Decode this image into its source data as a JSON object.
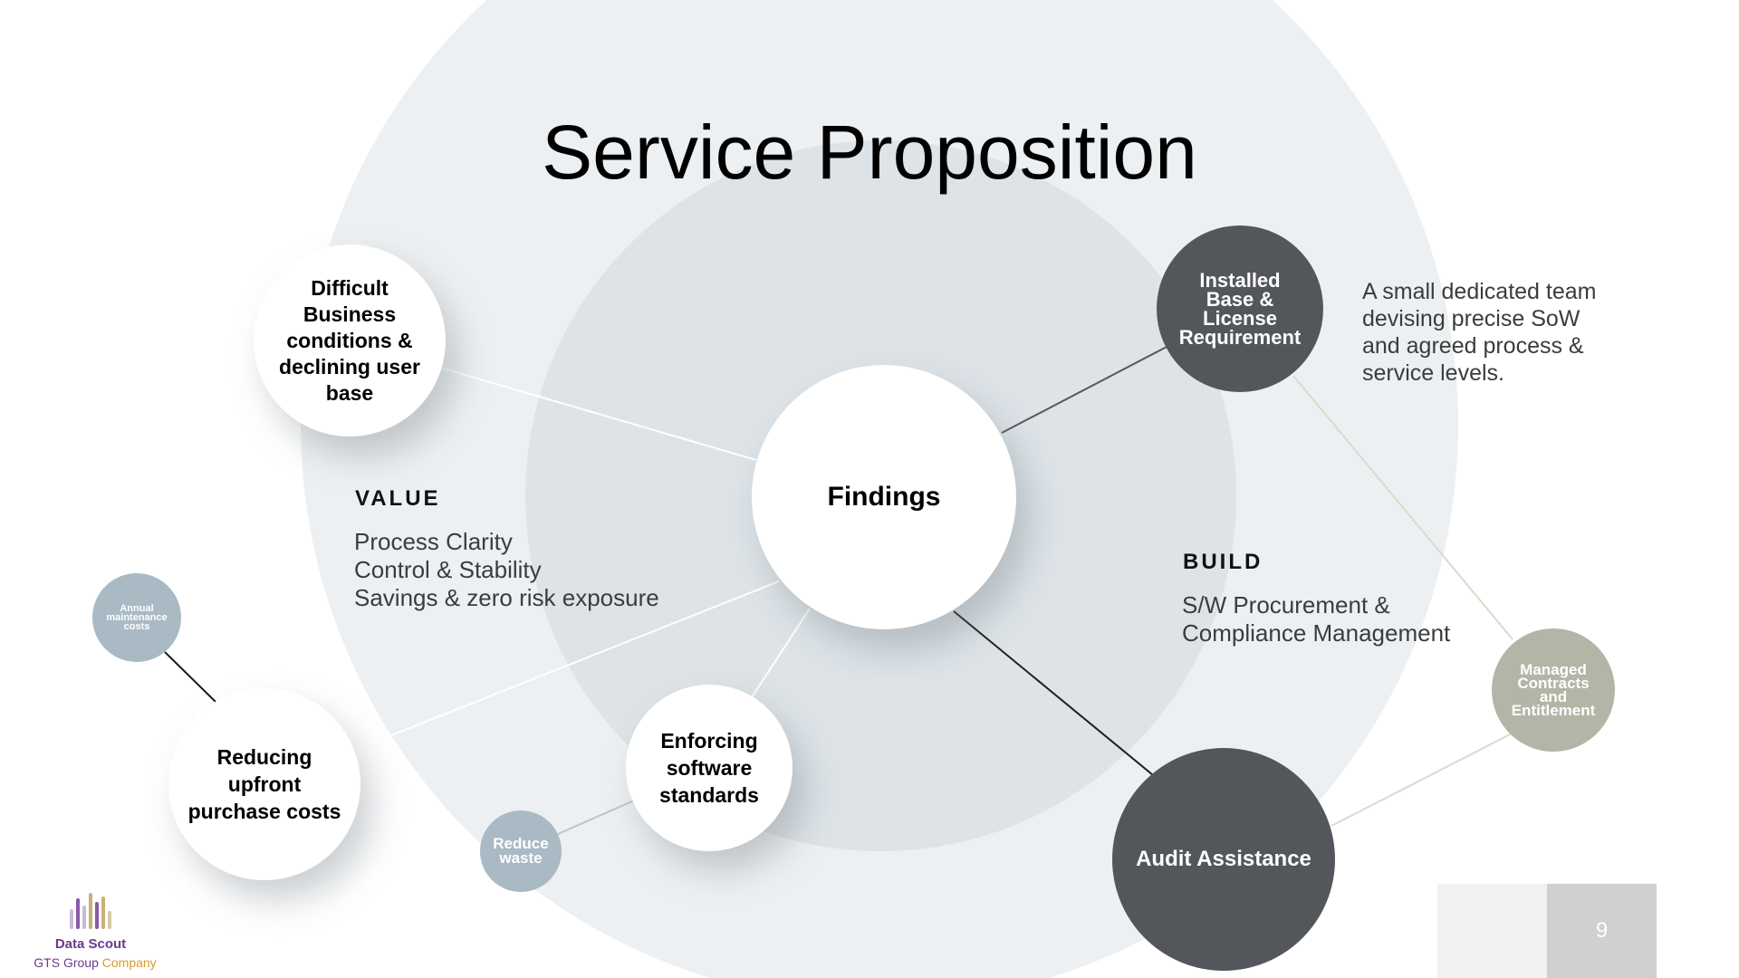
{
  "title": "Service Proposition",
  "center": {
    "label": "Findings"
  },
  "nodes": {
    "difficult_business": {
      "lines": [
        "Difficult",
        "Business",
        "conditions &",
        "declining user",
        "base"
      ]
    },
    "installed_base": {
      "lines": [
        "Installed",
        "Base &",
        "License",
        "Requirement"
      ]
    },
    "reducing_costs": {
      "lines": [
        "Reducing",
        "upfront",
        "purchase costs"
      ]
    },
    "enforcing_standards": {
      "lines": [
        "Enforcing",
        "software",
        "standards"
      ]
    },
    "audit_assistance": {
      "label": "Audit Assistance"
    },
    "managed_contracts": {
      "lines": [
        "Managed",
        "Contracts",
        "and",
        "Entitlement"
      ]
    },
    "annual_maintenance": {
      "lines": [
        "Annual",
        "maintenance",
        "costs"
      ]
    },
    "reduce_waste": {
      "lines": [
        "Reduce",
        "waste"
      ]
    }
  },
  "value": {
    "heading": "VALUE",
    "lines": [
      "Process Clarity",
      "Control & Stability",
      "Savings & zero risk exposure"
    ]
  },
  "build": {
    "heading": "BUILD",
    "lines": [
      "S/W Procurement &",
      "Compliance Management"
    ]
  },
  "team_note": {
    "lines": [
      "A small dedicated team",
      "devising precise SoW",
      "and agreed process &",
      "service levels."
    ]
  },
  "logo": {
    "name": "Data Scout",
    "group": "GTS Group ",
    "company": "Company",
    "bar_colors": [
      "#c9b9d9",
      "#8a5aa8",
      "#c9b9d9",
      "#c9b07a",
      "#8a5aa8",
      "#c9b07a",
      "#d8c9a0"
    ]
  },
  "page_number": "9",
  "colors": {
    "outer_ring": "#edf0f2",
    "inner_ring": "#dde3e7",
    "dark_node": "#53565b",
    "sage_node": "#b2b6a6",
    "bluegray_node": "#a9bac4"
  }
}
